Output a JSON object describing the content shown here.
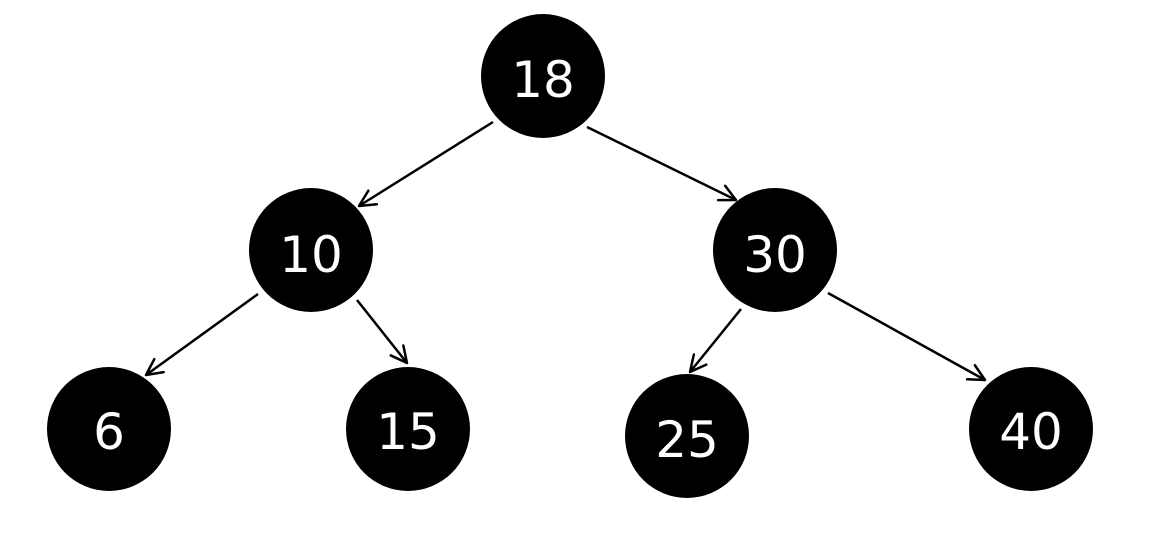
{
  "tree": {
    "nodes": [
      {
        "id": "n18",
        "label": "18"
      },
      {
        "id": "n10",
        "label": "10"
      },
      {
        "id": "n30",
        "label": "30"
      },
      {
        "id": "n6",
        "label": "6"
      },
      {
        "id": "n15",
        "label": "15"
      },
      {
        "id": "n25",
        "label": "25"
      },
      {
        "id": "n40",
        "label": "40"
      }
    ],
    "edges": [
      {
        "from": "n18",
        "to": "n10"
      },
      {
        "from": "n18",
        "to": "n30"
      },
      {
        "from": "n10",
        "to": "n6"
      },
      {
        "from": "n10",
        "to": "n15"
      },
      {
        "from": "n30",
        "to": "n25"
      },
      {
        "from": "n30",
        "to": "n40"
      }
    ]
  },
  "colors": {
    "node_fill": "#000000",
    "node_text": "#ffffff",
    "edge": "#000000",
    "background": "#ffffff"
  }
}
